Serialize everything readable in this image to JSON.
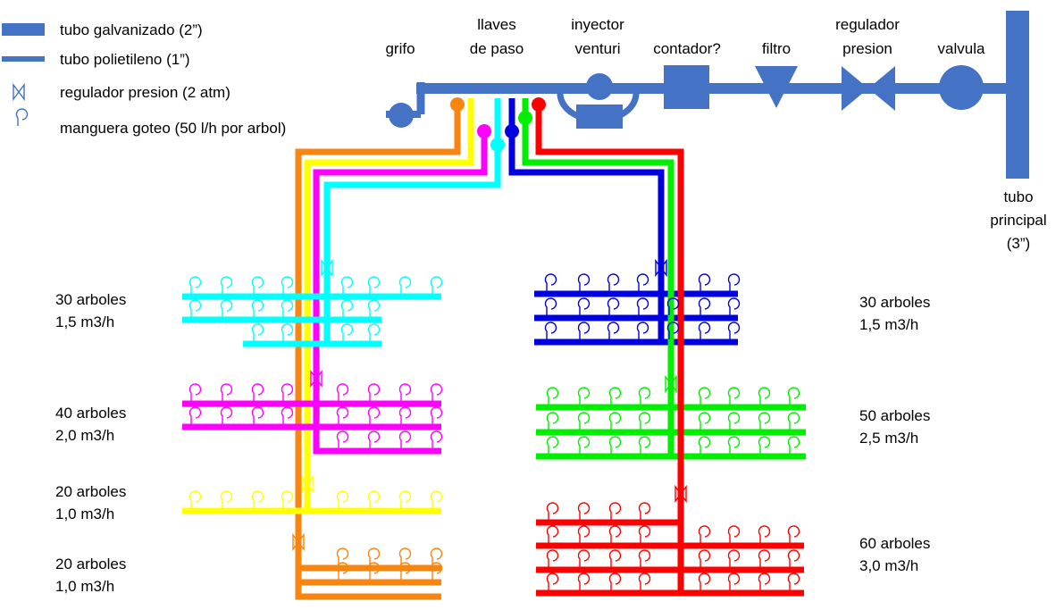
{
  "legend": [
    {
      "text": "tubo galvanizado (2”)",
      "symbol": "thick-pipe"
    },
    {
      "text": "tubo polietileno (1”)",
      "symbol": "thin-pipe"
    },
    {
      "text": "regulador presion (2 atm)",
      "symbol": "pressure-regulator-icon"
    },
    {
      "text": "manguera goteo (50 l/h por arbol)",
      "symbol": "dripper-icon"
    }
  ],
  "components": {
    "grifo": "grifo",
    "llaves": [
      "llaves",
      "de paso"
    ],
    "inyector": [
      "inyector",
      "venturi"
    ],
    "contador": "contador?",
    "filtro": "filtro",
    "regulador": [
      "regulador",
      "presion"
    ],
    "valvula": "valvula",
    "tubo_principal": [
      "tubo",
      "principal",
      "(3”)"
    ]
  },
  "colors": {
    "galvanized": "#4472C4",
    "orange": "#F7850F",
    "yellow": "#FFFF00",
    "magenta": "#FF00FF",
    "cyan": "#00FFFF",
    "blue": "#0000E0",
    "green": "#00EE00",
    "red": "#FF0000"
  },
  "zones": [
    {
      "color": "cyan",
      "trees": "30 arboles",
      "flow": "1,5 m3/h"
    },
    {
      "color": "magenta",
      "trees": "40 arboles",
      "flow": "2,0 m3/h"
    },
    {
      "color": "yellow",
      "trees": "20 arboles",
      "flow": "1,0 m3/h"
    },
    {
      "color": "orange",
      "trees": "20 arboles",
      "flow": "1,0 m3/h"
    },
    {
      "color": "blue",
      "trees": "30 arboles",
      "flow": "1,5 m3/h"
    },
    {
      "color": "green",
      "trees": "50 arboles",
      "flow": "2,5 m3/h"
    },
    {
      "color": "red",
      "trees": "60 arboles",
      "flow": "3,0 m3/h"
    }
  ]
}
